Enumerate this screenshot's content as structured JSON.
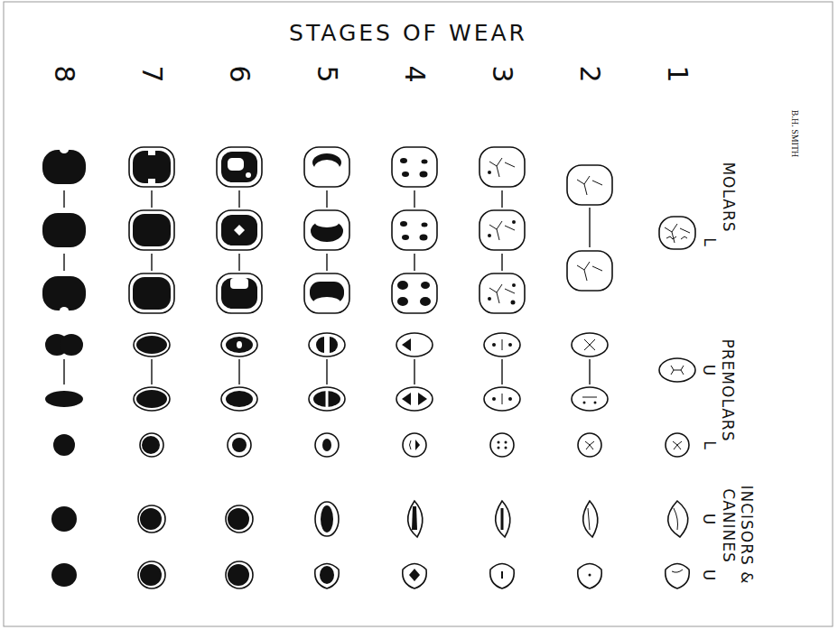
{
  "diagram": {
    "title": "STAGES OF WEAR",
    "labels": [
      "8",
      "7",
      "6",
      "5",
      "4",
      "3",
      "2",
      "1",
      "MOLARS",
      "L",
      "B.H. SMITH",
      "PREMOLARS",
      "U",
      "L",
      "INCISORS &",
      "CANINES",
      "U",
      "U"
    ]
  }
}
